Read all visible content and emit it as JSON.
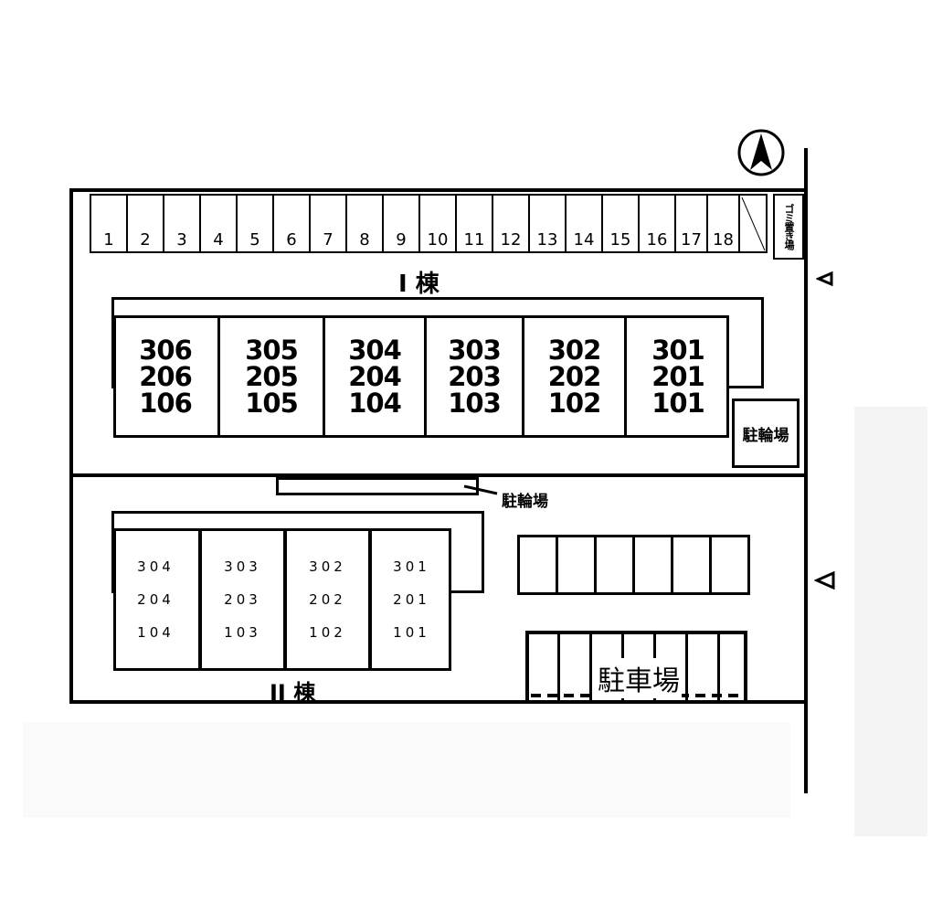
{
  "building1": {
    "label": "I 棟",
    "units": [
      [
        "306",
        "206",
        "106"
      ],
      [
        "305",
        "205",
        "105"
      ],
      [
        "304",
        "204",
        "104"
      ],
      [
        "303",
        "203",
        "103"
      ],
      [
        "302",
        "202",
        "102"
      ],
      [
        "301",
        "201",
        "101"
      ]
    ]
  },
  "building2": {
    "label": "II 棟",
    "units": [
      [
        "304",
        "204",
        "104"
      ],
      [
        "303",
        "203",
        "103"
      ],
      [
        "302",
        "202",
        "102"
      ],
      [
        "301",
        "201",
        "101"
      ]
    ]
  },
  "parking_top": [
    "1",
    "2",
    "3",
    "4",
    "5",
    "6",
    "7",
    "8",
    "9",
    "10",
    "11",
    "12",
    "13",
    "14",
    "15",
    "16",
    "17",
    "18"
  ],
  "garbage_label": "ゴミ置き場",
  "bicycle_label_right": "駐輪場",
  "bicycle_label_mid": "駐輪場",
  "parking_label": "駐車場",
  "north_label": "N",
  "entrance_icons": [
    "triangle-left-icon",
    "triangle-left-icon"
  ]
}
